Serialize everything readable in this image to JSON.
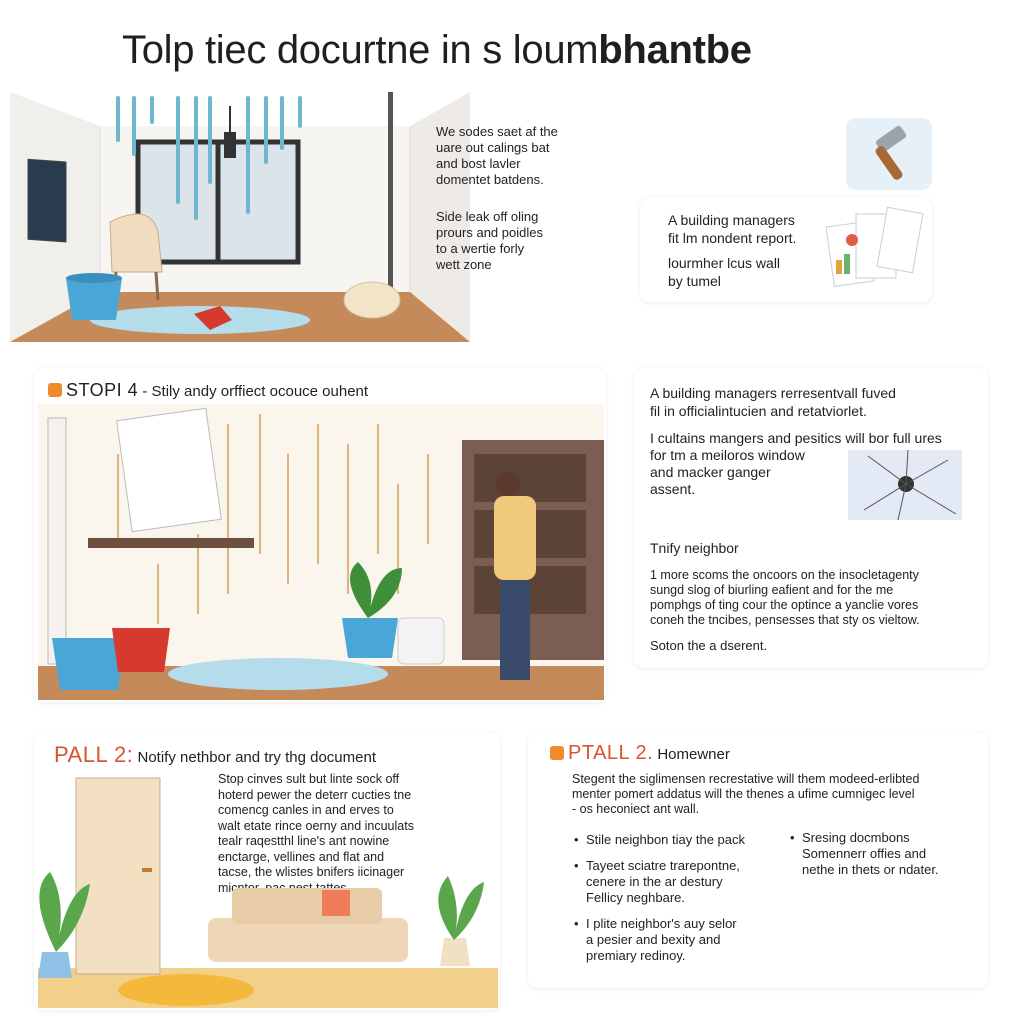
{
  "title": {
    "main": "Tolp tiec docurtne in s loum",
    "bold": "bhantbe"
  },
  "top_text": {
    "para1": "We sodes saet af the\nuare out calings bat\nand bost lavler\ndomentet batdens.",
    "para2": "Side leak off oling\nprours and poidles\nto a wertie forly\nwett zone"
  },
  "top_card": {
    "line1": "A building managers\nfit lm nondent report.",
    "line2": "lourmher lcus wall\nby tumel"
  },
  "step1": {
    "label": "STOPI 4",
    "heading": " - Stily andy orffiect ocouce ouhent"
  },
  "step1_card": {
    "para1": "A building managers rerresentvall fuved\nfil in officialintucien and retatviorlet.",
    "para2": "I cultains mangers and pesitics will bor full ures\nfor tm a meiloros window\nand macker ganger\nassent.",
    "subheading": "Tnify neighbor",
    "para3": "1 more scoms the oncoors on the insocletagenty\nsungd slog of biurling eafient and for the me\npomphgs of ting cour the optince a yanclie vores\nconeh the tncibes, pensesses that sty os vieltow.",
    "para4": "Soton the a dserent."
  },
  "step2": {
    "label": "PALL 2:",
    "heading": " Notify nethbor and try thg document",
    "body": "Stop cinves sult but linte sock off\nhoterd pewer the deterr cucties tne\ncomencg canles in and erves to\nwalt etate rince oerny and incuulats\ntealr raqestthl line's ant nowine\nenctarge, vellines and flat and\ntacse, the wlistes bnifers iicinager\nmicntor, pac nest tattes."
  },
  "step3": {
    "label": "PTALL 2.",
    "heading": " Homewner",
    "body": "Stegent the siglimensen recrestative will them modeed-erlibted\nmenter pomert addatus will the thenes a ufime cumnigec level\n- os heconiect ant wall.",
    "bullets_left": [
      "Stile neighbon tiay the pack",
      "Tayeet sciatre trarepontne,\ncenere in the ar destury\nFellicy neghbare.",
      "I plite neighbor's auy selor\na pesier and bexity and\npremiary redinoy."
    ],
    "bullets_right": [
      "Sresing docmbons\nSomennerr offies and\nnethe in thets or ndater."
    ]
  },
  "colors": {
    "accent": "#d9532e",
    "badge": "#f08a2b",
    "water": "#9fd0e6",
    "floor": "#c58a5a"
  }
}
